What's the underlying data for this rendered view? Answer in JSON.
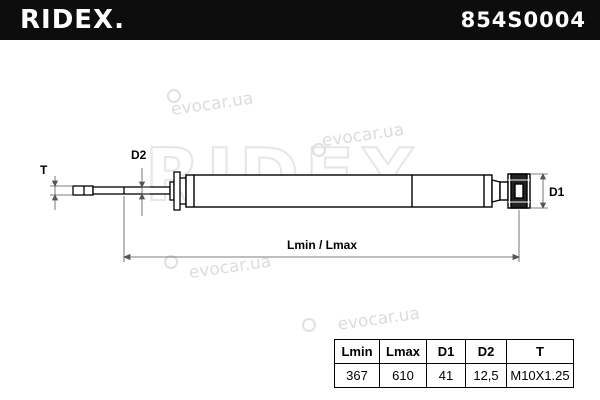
{
  "header": {
    "brand": "RIDEX.",
    "part_number": "854S0004"
  },
  "diagram": {
    "labels": {
      "t": "T",
      "d2": "D2",
      "d1": "D1",
      "length": "Lmin / Lmax"
    },
    "watermark_text": "evocar.ua"
  },
  "spec_table": {
    "headers": [
      "Lmin",
      "Lmax",
      "D1",
      "D2",
      "T"
    ],
    "values": [
      "367",
      "610",
      "41",
      "12,5",
      "M10X1.25"
    ]
  }
}
